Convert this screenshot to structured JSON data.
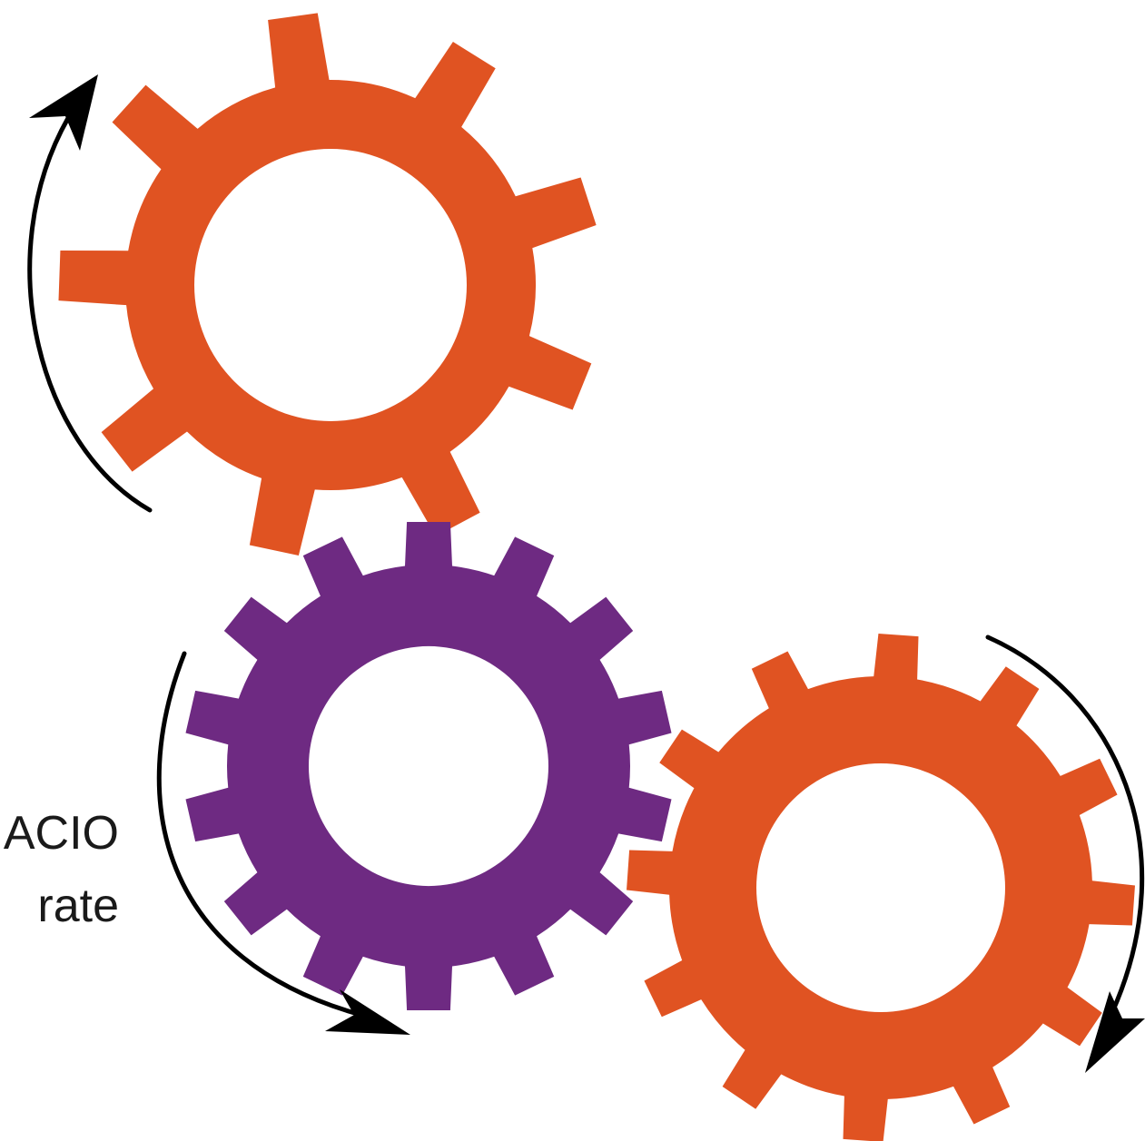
{
  "diagram": {
    "colors": {
      "orange": "#E05322",
      "purple": "#6E2A82",
      "arrow": "#000000",
      "background": "#FFFFFF"
    },
    "gears": [
      {
        "id": "gear-top",
        "color": "orange",
        "teeth": 9
      },
      {
        "id": "gear-middle",
        "color": "purple",
        "teeth": 14
      },
      {
        "id": "gear-right",
        "color": "orange",
        "teeth": 12
      }
    ],
    "arrows": [
      {
        "id": "arrow-top-gear",
        "direction": "clockwise"
      },
      {
        "id": "arrow-middle-gear",
        "direction": "counterclockwise"
      },
      {
        "id": "arrow-right-gear",
        "direction": "clockwise"
      }
    ],
    "clipped_text": {
      "line1": "ACIO",
      "line2": "rate"
    }
  }
}
